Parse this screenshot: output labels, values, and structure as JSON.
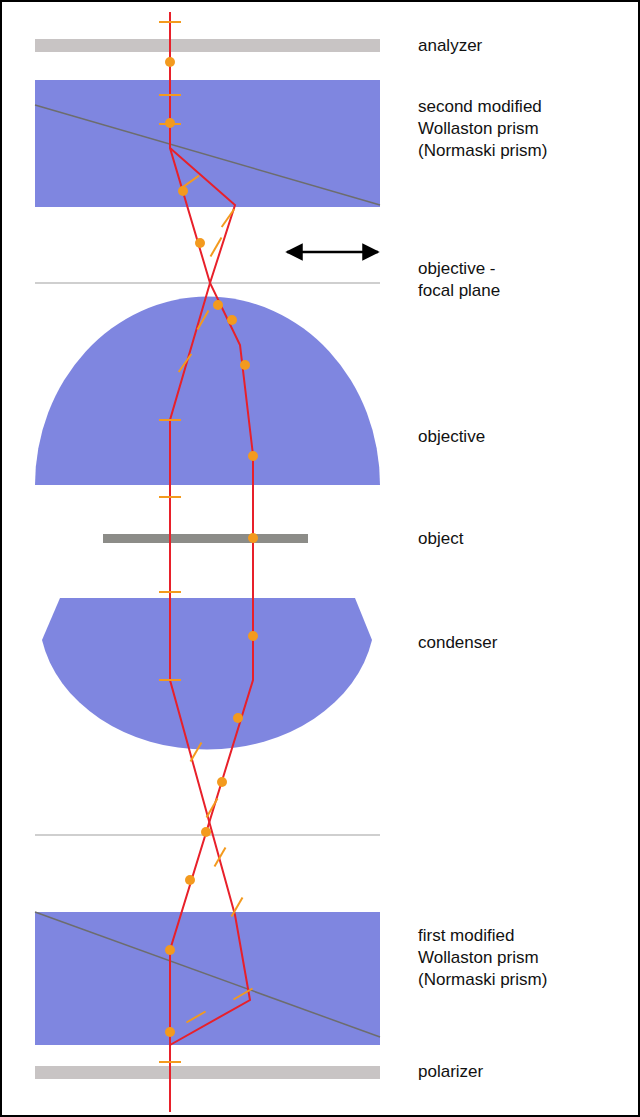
{
  "diagram": {
    "labels": [
      "analyzer",
      "second modified Wollaston prism (Normaski prism)",
      "objective - focal plane",
      "objective",
      "object",
      "condenser",
      "first modified Wollaston prism (Normaski prism)",
      "polarizer"
    ]
  }
}
